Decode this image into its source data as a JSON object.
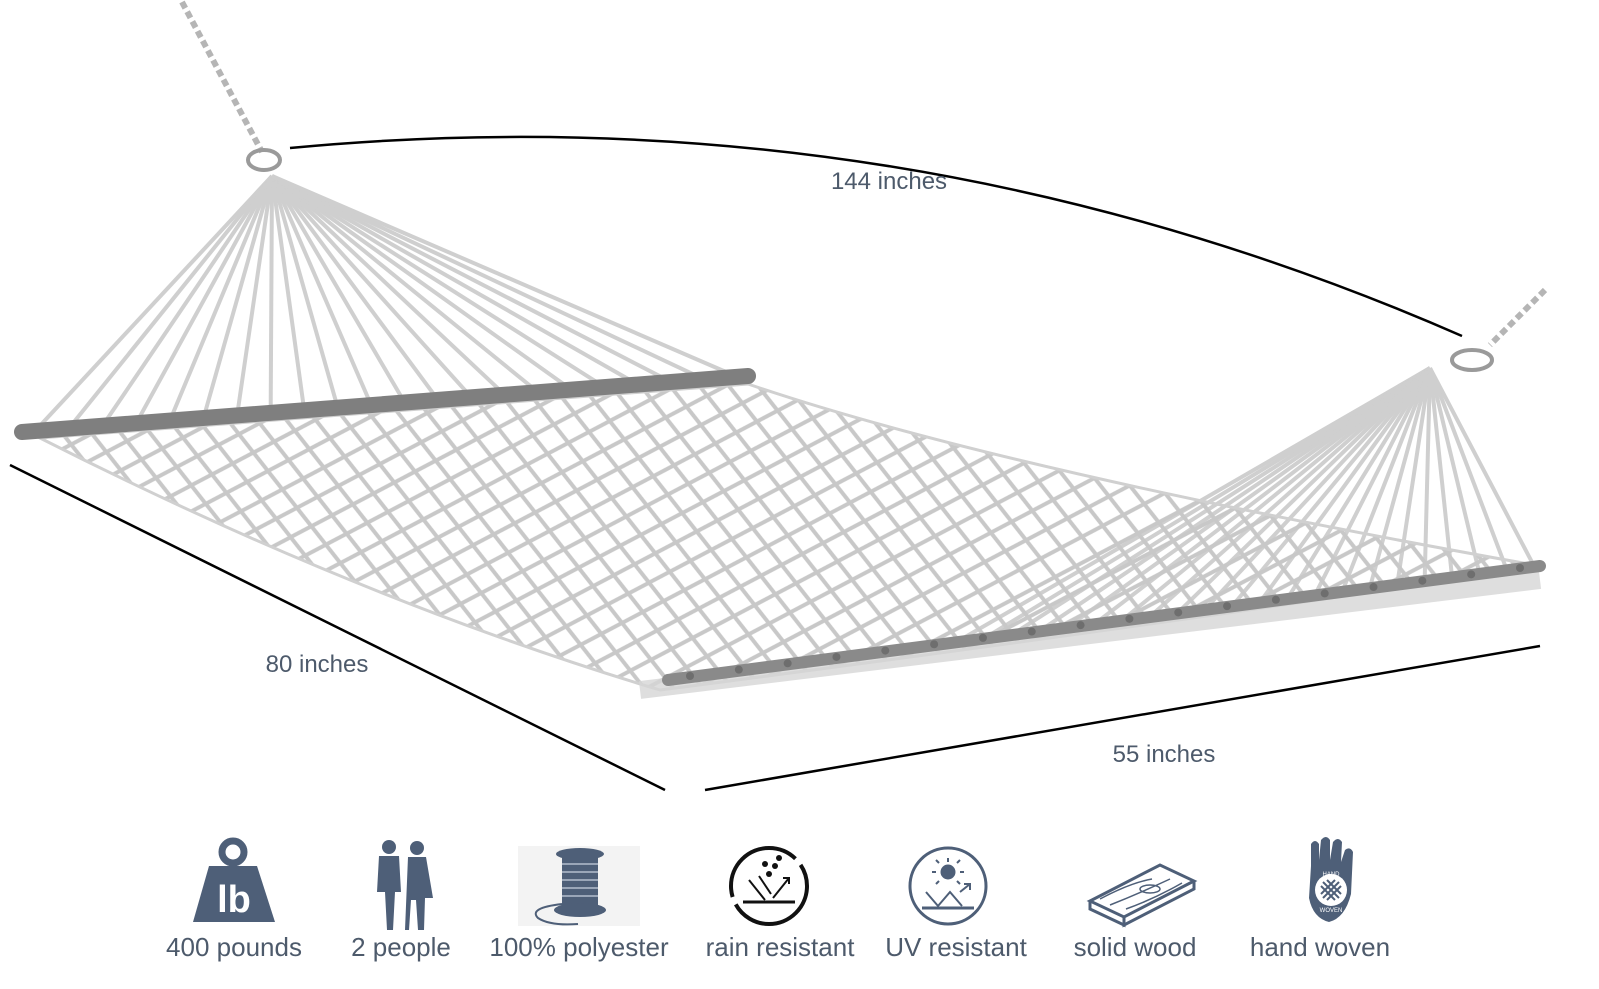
{
  "dimensions": {
    "length": "144 inches",
    "width": "55 inches",
    "bed": "80 inches"
  },
  "features": [
    {
      "icon": "weight-lb-icon",
      "label": "400 pounds",
      "glyph": "lb"
    },
    {
      "icon": "people-icon",
      "label": "2 people"
    },
    {
      "icon": "thread-spool-icon",
      "label": "100% polyester"
    },
    {
      "icon": "rain-resistant-icon",
      "label": "rain resistant"
    },
    {
      "icon": "uv-resistant-icon",
      "label": "UV resistant"
    },
    {
      "icon": "solid-wood-icon",
      "label": "solid wood"
    },
    {
      "icon": "hand-woven-icon",
      "label": "hand woven",
      "badge_top": "HAND",
      "badge_bottom": "WOVEN"
    }
  ],
  "colors": {
    "label": "#4d5a6b",
    "icon": "#4e5f78",
    "rope": "#d2d2d2",
    "bar": "#7f7f7f",
    "line": "#000000"
  }
}
